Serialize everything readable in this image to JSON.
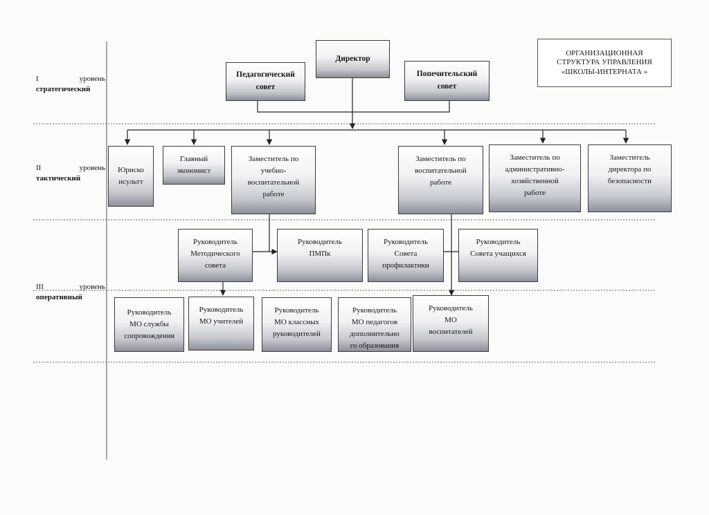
{
  "title": "ОРГАНИЗАЦИОННАЯ\nСТРУКТУРА УПРАВЛЕНИЯ\n«ШКОЛЫ-ИНТЕРНАТА »",
  "levels": [
    {
      "numeral": "I",
      "word": "уровень",
      "kind": "стратегический"
    },
    {
      "numeral": "II",
      "word": "уровень",
      "kind": "тактический"
    },
    {
      "numeral": "III",
      "word": "уровень",
      "kind": "оперативный"
    }
  ],
  "nodes": {
    "director": "Директор",
    "ped_council": "Педагогический\nсовет",
    "trustee_council": "Попечительский\nсовет",
    "lawyer": "Юриско\nнсультт",
    "chief_economist": "Главный\nэкономист",
    "deputy_edu": "Заместитель по\nучебно-\nвоспитательной\nработе",
    "deputy_upbringing": "Заместитель по\nвоспитательной\nработе",
    "deputy_admin": "Заместитель по\nадминистративно-\nхозяйственной\nработе",
    "deputy_security": "Заместитель\nдиректора по\nбезопасности",
    "head_method": "Руководитель\nМетодического\nсовета",
    "head_pmpk": "Руководитель\nПМПк",
    "head_prevention": "Руководитель\nСовета\nпрофилактики",
    "head_students": "Руководитель\nСовета учащихся",
    "mo_support": "Руководитель\nМО службы\nсопровождения",
    "mo_teachers": "Руководитель\nМО учителей",
    "mo_class": "Руководитель\nМО классных\nруководителей",
    "mo_additional": "Руководитель\nМО педагогов\nдополнительно\nго образования",
    "mo_educators": "Руководитель\nМО\nвоспитателей"
  }
}
